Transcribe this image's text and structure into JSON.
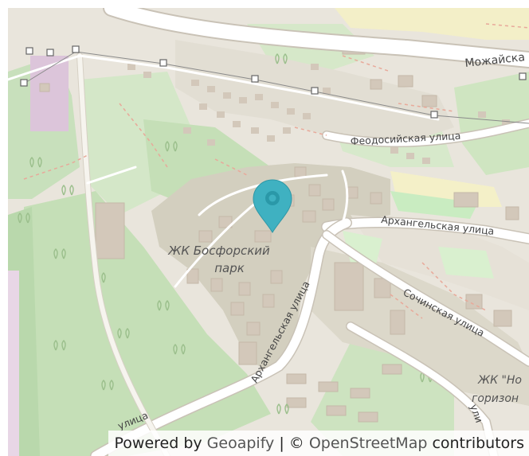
{
  "map": {
    "labels": {
      "street_mozhaiskaya": "Можайска",
      "street_feodosiyskaya": "Феодосийская улица",
      "street_arkhangelskaya_east": "Архангельская улица",
      "street_arkhangelskaya_south": "Архангельская улица",
      "street_sochinskaya": "Сочинская улица",
      "street_ulitsa_sw": "улица",
      "street_ul_se": "ули",
      "district_line1": "ЖК Босфорский",
      "district_line2": "парк",
      "district_ne_line1": "ЖК \"Но",
      "district_ne_line2": "горизон"
    },
    "marker": {
      "icon": "map-pin-icon",
      "color": "#3fb1c1"
    }
  },
  "attribution": {
    "prefix": "Powered by ",
    "provider": "Geoapify",
    "separator": " | © ",
    "osm": "OpenStreetMap",
    "suffix": " contributors"
  }
}
